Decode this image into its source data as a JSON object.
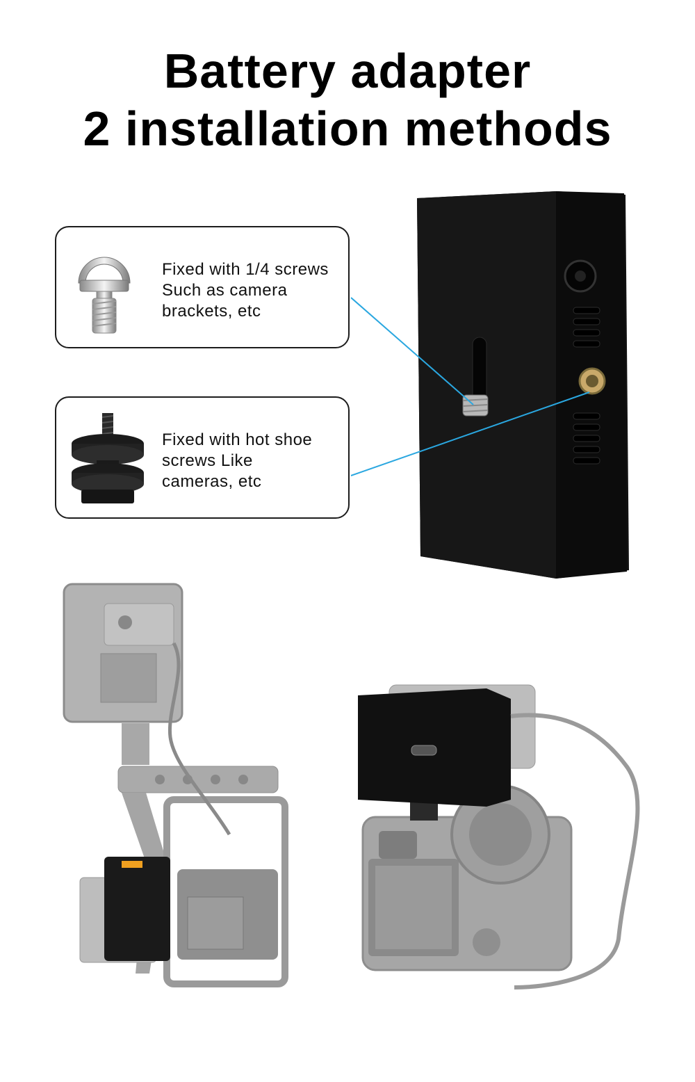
{
  "title": {
    "line1": "Battery adapter",
    "line2": "2 installation methods"
  },
  "callouts": [
    {
      "icon": "quarter-inch-screw-icon",
      "lines": [
        "Fixed with 1/4 screws",
        "Such as camera",
        "brackets, etc"
      ]
    },
    {
      "icon": "hot-shoe-screw-icon",
      "lines": [
        "Fixed with hot shoe",
        "screws Like",
        "cameras, etc"
      ]
    }
  ],
  "colors": {
    "leader_line": "#2aa7e0",
    "product_body": "#141414",
    "greyed_equipment": "#a9a9a9"
  }
}
